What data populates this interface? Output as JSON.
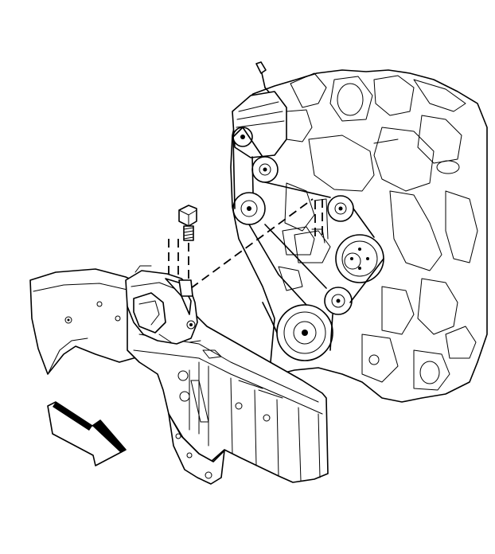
{
  "figure": {
    "parts": [
      "engine-assembly",
      "drive-belt",
      "engine-mount",
      "mount-bolt",
      "frame-crossmember",
      "direction-arrow"
    ]
  }
}
